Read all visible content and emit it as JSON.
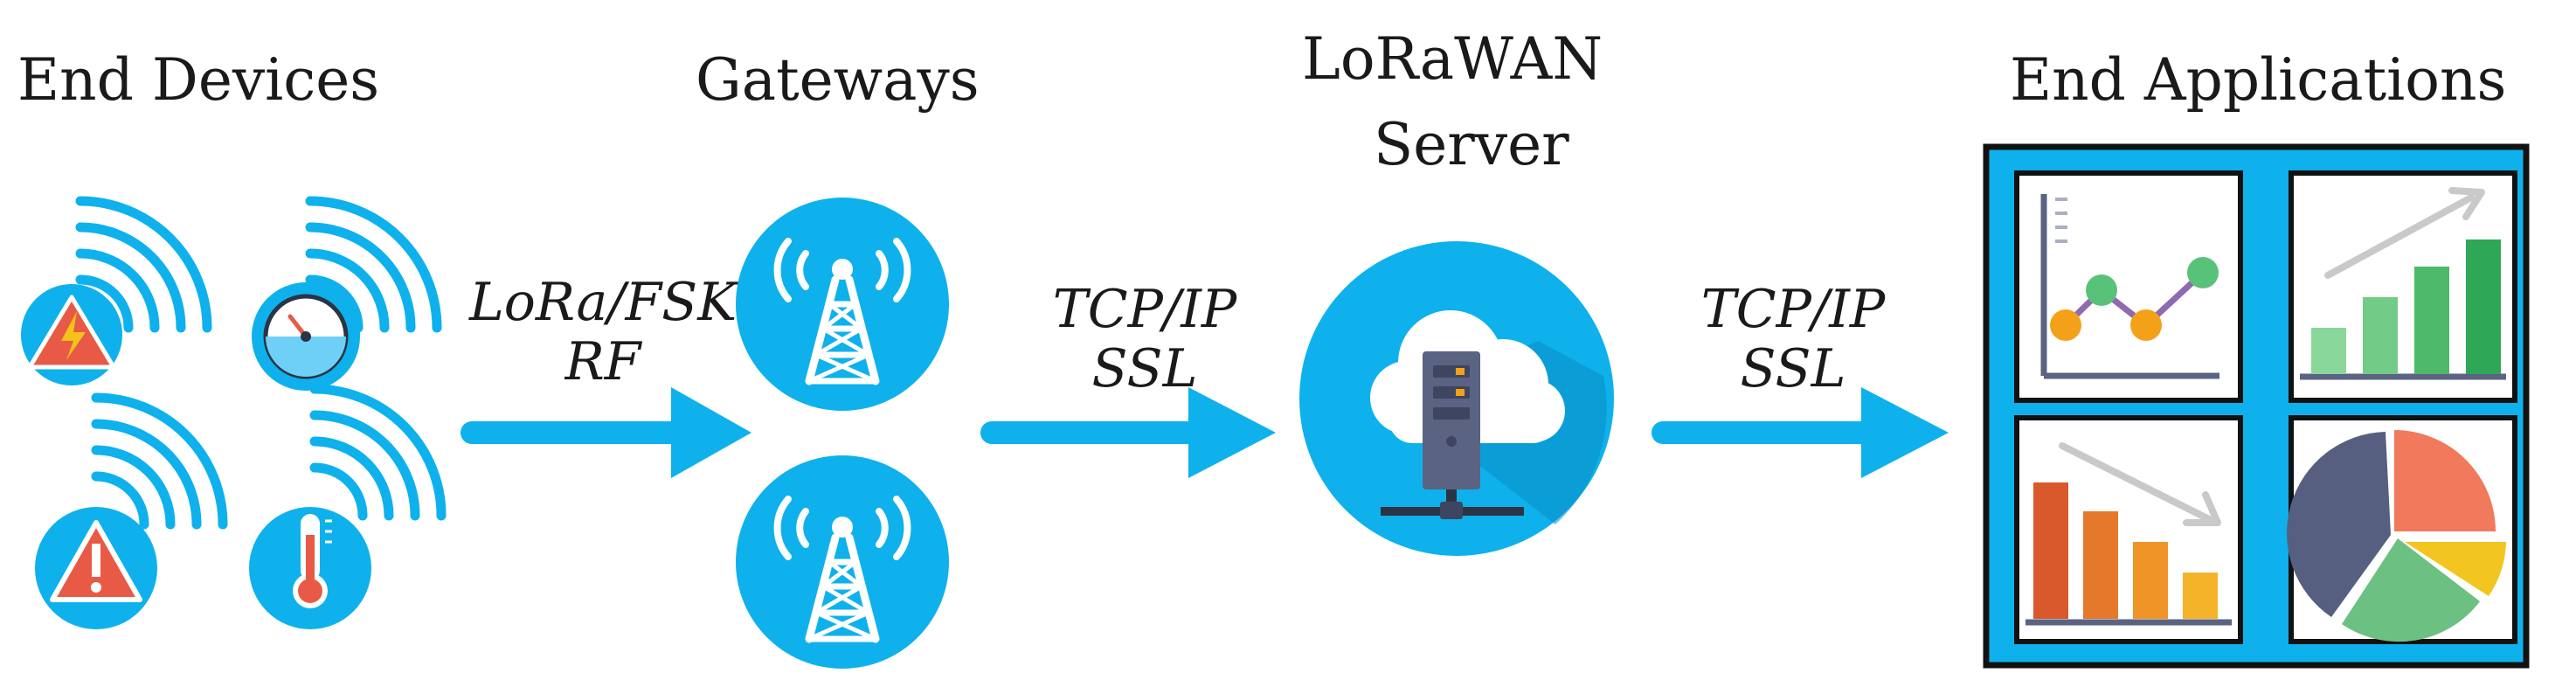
{
  "columns": {
    "end_devices": {
      "title": "End Devices"
    },
    "gateways": {
      "title": "Gateways"
    },
    "server": {
      "title_line1": "LoRaWAN",
      "title_line2": "Server"
    },
    "end_applications": {
      "title": "End Applications"
    }
  },
  "links": {
    "device_to_gateway": {
      "line1": "LoRa/FSK",
      "line2": "RF"
    },
    "gateway_to_server": {
      "line1": "TCP/IP",
      "line2": "SSL"
    },
    "server_to_app": {
      "line1": "TCP/IP",
      "line2": "SSL"
    }
  },
  "colors": {
    "accent": "#0eb1ec",
    "accent_dark": "#0a8ec4",
    "panel_border": "#111111",
    "warning_red": "#e85a45",
    "orange": "#f4a11a",
    "green": "#58c278",
    "purple": "#8f6ab0",
    "slate": "#5a6382",
    "yellow": "#f2c521"
  },
  "icons": {
    "devices": [
      "power-warning-icon",
      "gauge-icon",
      "alert-warning-icon",
      "thermometer-icon"
    ],
    "gateway": "antenna-tower-icon",
    "server": "cloud-server-icon",
    "apps": [
      "line-chart-icon",
      "bar-chart-up-icon",
      "bar-chart-down-icon",
      "pie-chart-icon"
    ]
  }
}
